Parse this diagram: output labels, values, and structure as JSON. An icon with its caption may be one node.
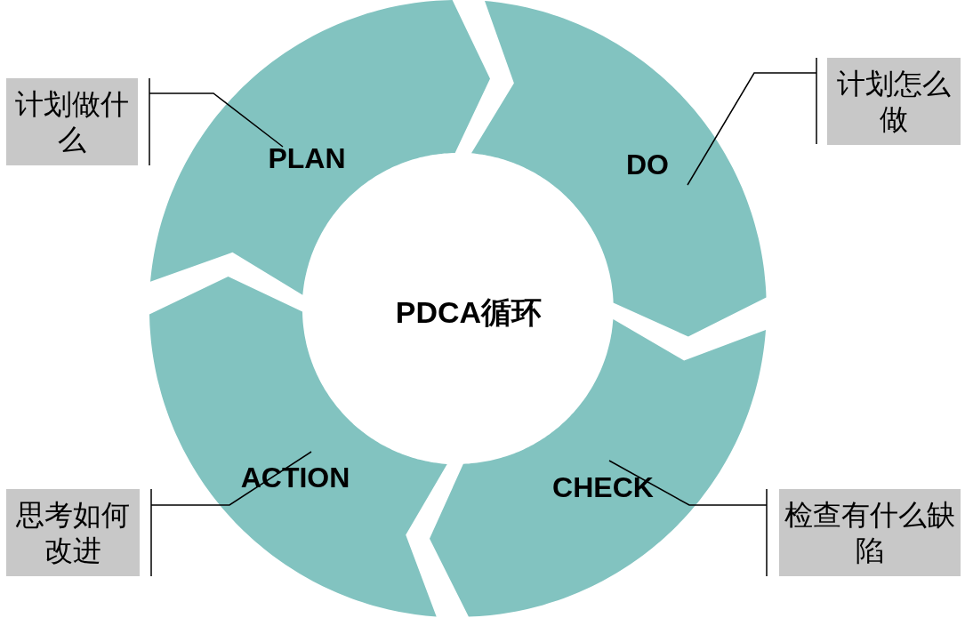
{
  "diagram": {
    "nodes": [
      {
        "text": [
          "PLAN"
        ]
      },
      {
        "text": [
          "DO"
        ]
      },
      {
        "text": [
          "CHECK"
        ]
      },
      {
        "text": [
          "ACTION"
        ]
      },
      {
        "text": [
          "PDCA循环"
        ]
      },
      {
        "text": [
          "计划做什么"
        ]
      },
      {
        "text": [
          "计划怎么做"
        ]
      },
      {
        "text": [
          "思考如何改进"
        ]
      },
      {
        "text": [
          "检查有什么缺陷"
        ]
      }
    ],
    "edges": [
      {
        "from": 5,
        "to": 0,
        "arrow": "none"
      },
      {
        "from": 6,
        "to": 1,
        "arrow": "none"
      },
      {
        "from": 8,
        "to": 2,
        "arrow": "none"
      },
      {
        "from": 7,
        "to": 3,
        "arrow": "none"
      }
    ]
  }
}
